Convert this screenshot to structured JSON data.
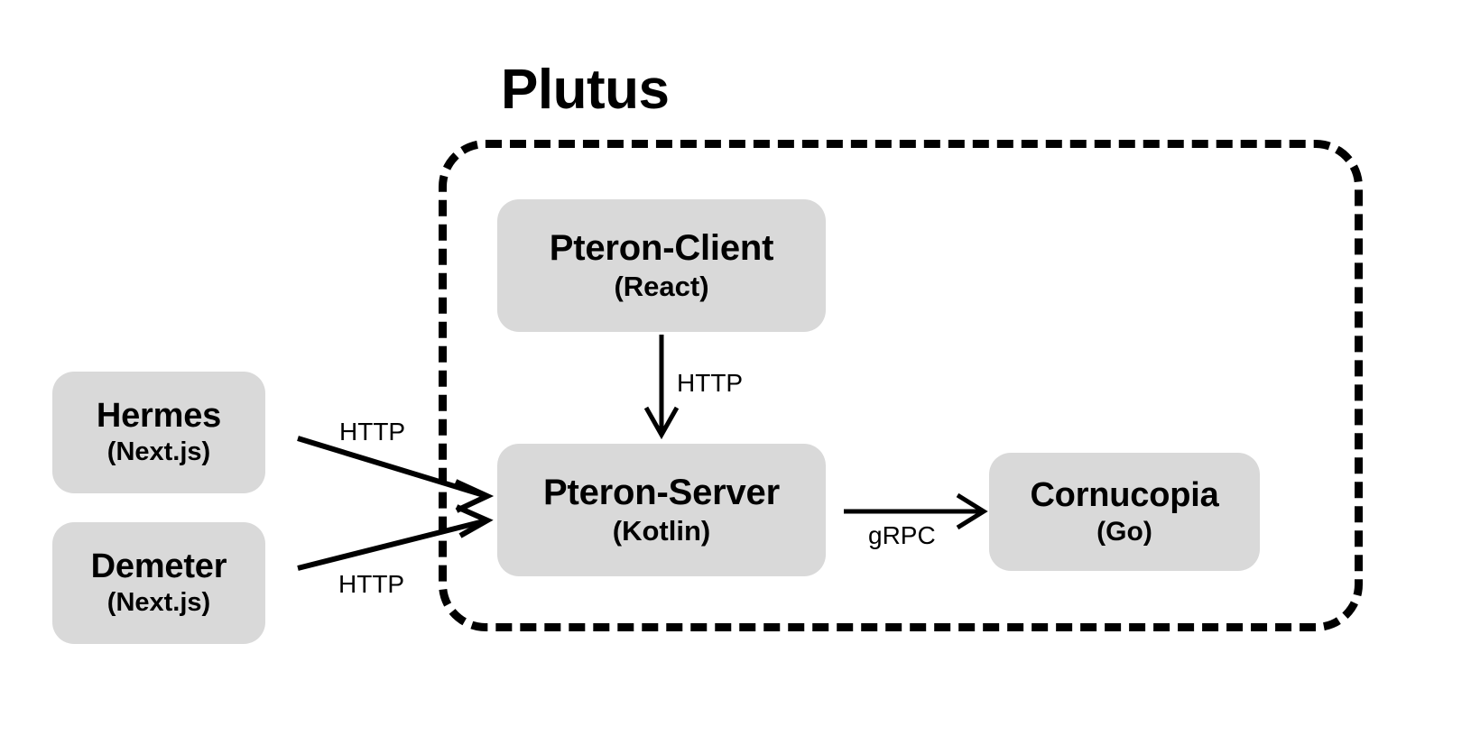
{
  "diagram": {
    "type": "architecture-diagram",
    "background_color": "#ffffff",
    "node_fill_color": "#d9d9d9",
    "stroke_color": "#000000",
    "group": {
      "title": "Plutus",
      "border_style": "dashed",
      "contains": [
        "Pteron-Client",
        "Pteron-Server",
        "Cornucopia"
      ]
    },
    "nodes": [
      {
        "id": "hermes",
        "title": "Hermes",
        "subtitle": "(Next.js)",
        "inside_group": false
      },
      {
        "id": "demeter",
        "title": "Demeter",
        "subtitle": "(Next.js)",
        "inside_group": false
      },
      {
        "id": "pteron-client",
        "title": "Pteron-Client",
        "subtitle": "(React)",
        "inside_group": true
      },
      {
        "id": "pteron-server",
        "title": "Pteron-Server",
        "subtitle": "(Kotlin)",
        "inside_group": true
      },
      {
        "id": "cornucopia",
        "title": "Cornucopia",
        "subtitle": "(Go)",
        "inside_group": true
      }
    ],
    "edges": [
      {
        "id": "hermes-to-pteron-server",
        "from": "hermes",
        "to": "pteron-server",
        "label": "HTTP",
        "direction": "right-down"
      },
      {
        "id": "demeter-to-pteron-server",
        "from": "demeter",
        "to": "pteron-server",
        "label": "HTTP",
        "direction": "right-up"
      },
      {
        "id": "client-to-server",
        "from": "pteron-client",
        "to": "pteron-server",
        "label": "HTTP",
        "direction": "down"
      },
      {
        "id": "server-to-cornucopia",
        "from": "pteron-server",
        "to": "cornucopia",
        "label": "gRPC",
        "direction": "right"
      }
    ]
  }
}
